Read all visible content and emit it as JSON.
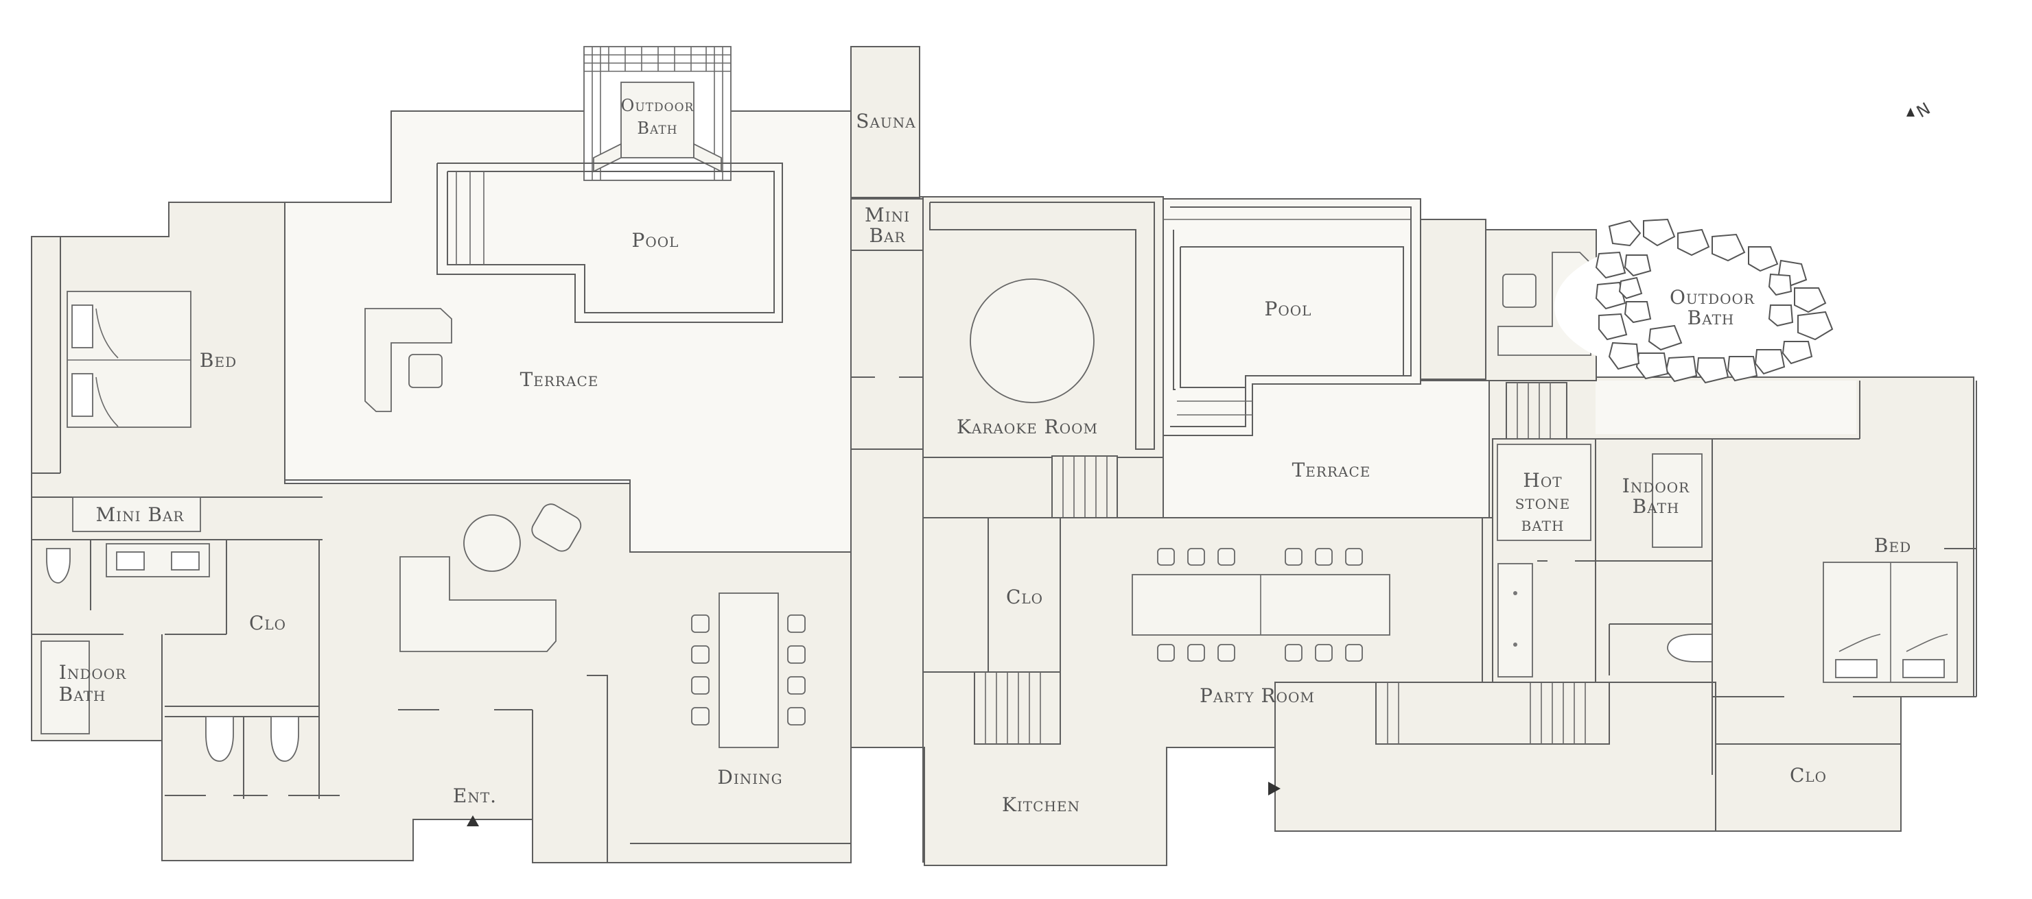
{
  "floorplan": {
    "labels": {
      "outdoor_bath_top_1": "Outdoor",
      "outdoor_bath_top_2": "Bath",
      "sauna": "Sauna",
      "mini_bar_center_1": "Mini",
      "mini_bar_center_2": "Bar",
      "pool_left": "Pool",
      "bed_left": "Bed",
      "terrace_left": "Terrace",
      "mini_bar_left": "Mini Bar",
      "karaoke_room": "Karaoke Room",
      "pool_right": "Pool",
      "outdoor_bath_right_1": "Outdoor",
      "outdoor_bath_right_2": "Bath",
      "terrace_right": "Terrace",
      "hot_stone_bath_1": "Hot",
      "hot_stone_bath_2": "stone",
      "hot_stone_bath_3": "bath",
      "indoor_bath_right_1": "Indoor",
      "indoor_bath_right_2": "Bath",
      "bed_right": "Bed",
      "clo_left": "Clo",
      "indoor_bath_left_1": "Indoor",
      "indoor_bath_left_2": "Bath",
      "clo_center": "Clo",
      "party_room": "Party Room",
      "dining": "Dining",
      "kitchen": "Kitchen",
      "entrance": "Ent.",
      "clo_right": "Clo"
    },
    "compass_label": "N",
    "colors": {
      "floor": "#f2f0e9",
      "terrace": "#f9f8f4",
      "line": "#5e5e5e",
      "text": "#555555"
    }
  }
}
